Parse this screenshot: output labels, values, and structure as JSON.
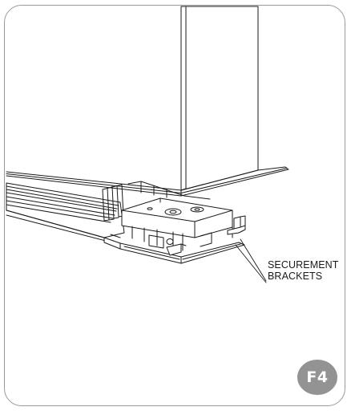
{
  "figure": {
    "callout_lines": [
      "SECUREMENT",
      "BRACKETS"
    ],
    "badge": "F4"
  },
  "colors": {
    "line": "#1a1a1a",
    "frame": "#9a9a9a",
    "badge": "#939393"
  }
}
